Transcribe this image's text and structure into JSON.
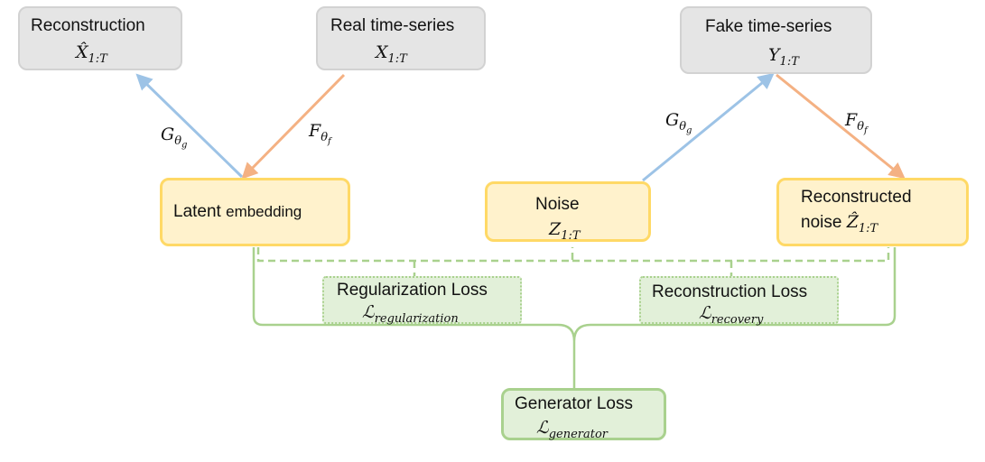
{
  "nodes": {
    "reconstruction": {
      "title": "Reconstruction",
      "symbol": "X̂",
      "sub": "1:T"
    },
    "real_series": {
      "title": "Real time-series",
      "symbol": "X",
      "sub": "1:T"
    },
    "fake_series": {
      "title": "Fake time-series",
      "symbol": "Y",
      "sub": "1:T"
    },
    "latent": {
      "title_main": "Latent ",
      "title_small": "embedding"
    },
    "noise": {
      "title": "Noise",
      "symbol": "Z",
      "sub": "1:T"
    },
    "recon_noise": {
      "title_line1": "Reconstructed",
      "title_line2": "noise ",
      "symbol": "Ẑ",
      "sub": "1:T"
    },
    "reg_loss": {
      "title": "Regularization Loss",
      "symbol": "ℒ",
      "sub": "regularization"
    },
    "rec_loss": {
      "title": "Reconstruction Loss",
      "symbol": "ℒ",
      "sub": "recovery"
    },
    "gen_loss": {
      "title": "Generator Loss",
      "symbol": "ℒ",
      "sub": "generator"
    }
  },
  "edge_labels": {
    "g_left": {
      "sym": "G",
      "sub": "θ",
      "subsub": "g"
    },
    "f_left": {
      "sym": "F",
      "sub": "θ",
      "subsub": "f"
    },
    "g_right": {
      "sym": "G",
      "sub": "θ",
      "subsub": "g"
    },
    "f_right": {
      "sym": "F",
      "sub": "θ",
      "subsub": "f"
    }
  },
  "colors": {
    "generator_arrow": "#9dc3e6",
    "feature_arrow": "#f4b183",
    "loss_bracket": "#a9d18e",
    "output_box_fill": "#e5e5e5",
    "latent_box_fill": "#fff2cc",
    "loss_box_fill": "#e2f0d9"
  }
}
